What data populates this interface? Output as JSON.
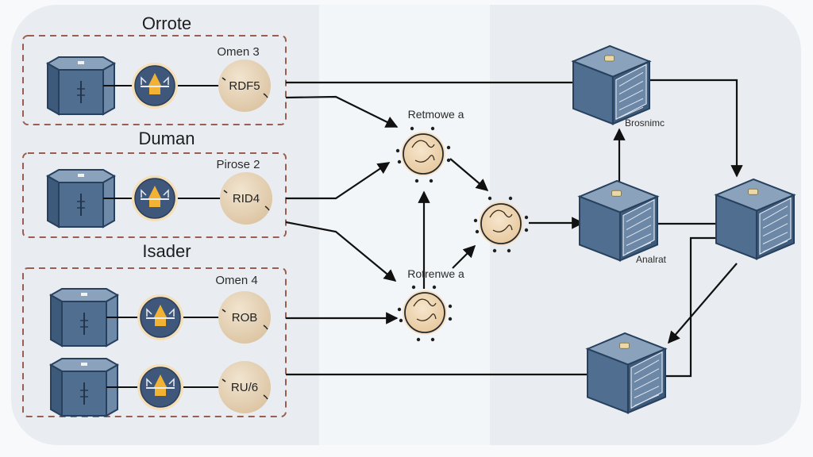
{
  "diagram": {
    "colors": {
      "cube_front": "#4f6e90",
      "cube_side": "#3e5a7a",
      "cube_top": "#8aa2bb",
      "cube_edge": "#27405e",
      "gear_fill": "#3f577a",
      "gear_ring": "#f4dfb8",
      "gear_accent": "#f2b233",
      "tan_node": "#e7d3b6",
      "orb_fill": "#f0dcbc",
      "group_border": "#9a5e4e",
      "connector": "#111111"
    },
    "groups": [
      {
        "title": "Orrote",
        "label": "Omen 3",
        "rows": [
          {
            "node_label": "RDF5"
          }
        ]
      },
      {
        "title": "Duman",
        "label": "Pirose 2",
        "rows": [
          {
            "node_label": "RID4"
          }
        ]
      },
      {
        "title": "Isader",
        "label": "Omen 4",
        "rows": [
          {
            "node_label": "ROB"
          },
          {
            "node_label": "RU/6"
          }
        ]
      }
    ],
    "processors": [
      {
        "label": "Retmowe a"
      },
      {
        "label": ""
      },
      {
        "label": "Rotrenwe a"
      }
    ],
    "servers": [
      {
        "label": "Brosnimc"
      },
      {
        "label": "Analrat"
      },
      {
        "label": ""
      },
      {
        "label": ""
      }
    ]
  }
}
